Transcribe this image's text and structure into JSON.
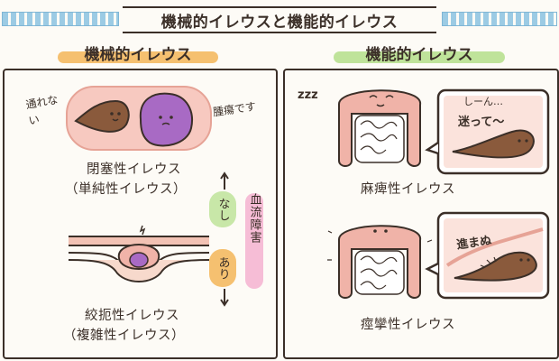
{
  "title": "機械的イレウスと機能的イレウス",
  "left": {
    "heading": "機械的イレウス",
    "closed": {
      "label1": "閉塞性イレウス",
      "label2": "（単純性イレウス）",
      "note_blocked": "通れない",
      "note_tumor": "腫瘍です"
    },
    "strangulated": {
      "label1": "絞扼性イレウス",
      "label2": "（複雑性イレウス）"
    },
    "blood_flow": "血流障害",
    "none_badge": "なし",
    "present_badge": "あり"
  },
  "right": {
    "heading": "機能的イレウス",
    "paralytic": {
      "label": "麻痺性イレウス",
      "sleep": "zzz",
      "speech": "しーん…",
      "lost": "迷って〜"
    },
    "spastic": {
      "label": "痙攣性イレウス",
      "stuck": "進まぬ"
    }
  },
  "colors": {
    "accent_blue": "#9ccbe4",
    "orange_highlight": "#f5c070",
    "green_highlight": "#bfe39a",
    "intestine_pink": "#f0b3a8",
    "tumor_purple": "#a86ac4",
    "stool_brown": "#8a5a3c"
  }
}
